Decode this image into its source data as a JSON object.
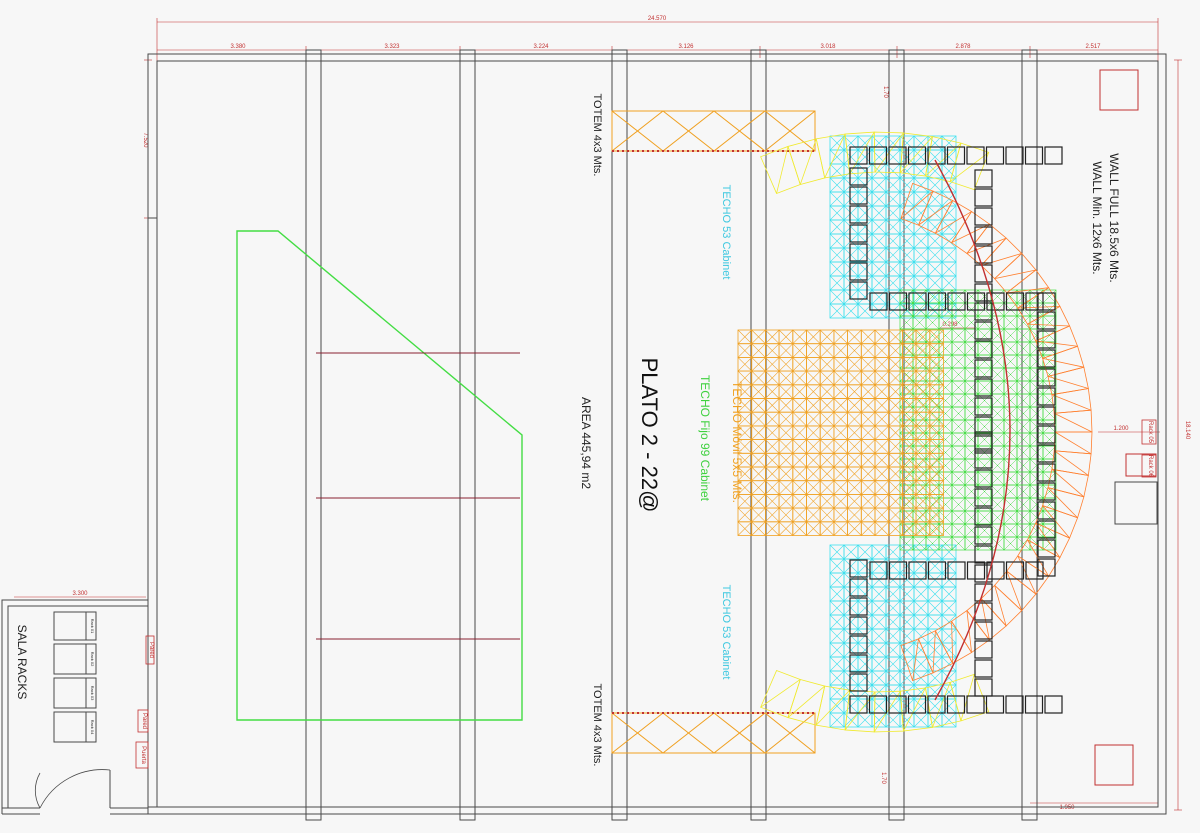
{
  "dimensions": {
    "total_width": "24.570",
    "segments": [
      "3.380",
      "3.323",
      "3.224",
      "3.126",
      "3.018",
      "2.878",
      "2.517"
    ],
    "left_height": "7.520",
    "right_height": "18.140",
    "rack_room_width": "3.300",
    "side_offset": "1.200",
    "bottom_offset": "1.950",
    "curve_offset": "0.298",
    "small_marks": [
      "1.70",
      "1.70"
    ]
  },
  "labels": {
    "totem_top": "TOTEM 4x3 Mts.",
    "totem_bottom": "TOTEM 4x3 Mts.",
    "techo53_top": "TECHO 53 Cabinet",
    "techo53_bottom": "TECHO 53 Cabinet",
    "plato_title": "PLATO 2 - 22@",
    "area": "AREA 445,94 m2",
    "techo_movil": "TECHO Móvil 5x5 Mts.",
    "techo_fijo": "TECHO Fijo 99 Cabinet",
    "wall_full": "WALL FULL  18.5x6 Mts.",
    "wall_min": "WALL Min.  12x6 Mts.",
    "sala_racks": "SALA RACKS"
  },
  "racks": [
    "Rack 01",
    "Rack 02",
    "Rack 03",
    "Rack 04"
  ],
  "side_racks": [
    "Rack 05",
    "Rack 06"
  ],
  "small_tags": [
    "Pared",
    "Pared",
    "Puerta"
  ],
  "colors": {
    "wall": "#4a4a4a",
    "dimension": "#c23030",
    "cyan_roof": "#3ee0ee",
    "orange_roof": "#f0a020",
    "green_roof": "#44dd44",
    "floor_zone": "#44dd44",
    "wall_cabinets": "#222222",
    "curve_outer": "#ff8030",
    "curve_inner": "#f0ea30",
    "wine_lines": "#8a2030",
    "totem": "#f0a020"
  }
}
